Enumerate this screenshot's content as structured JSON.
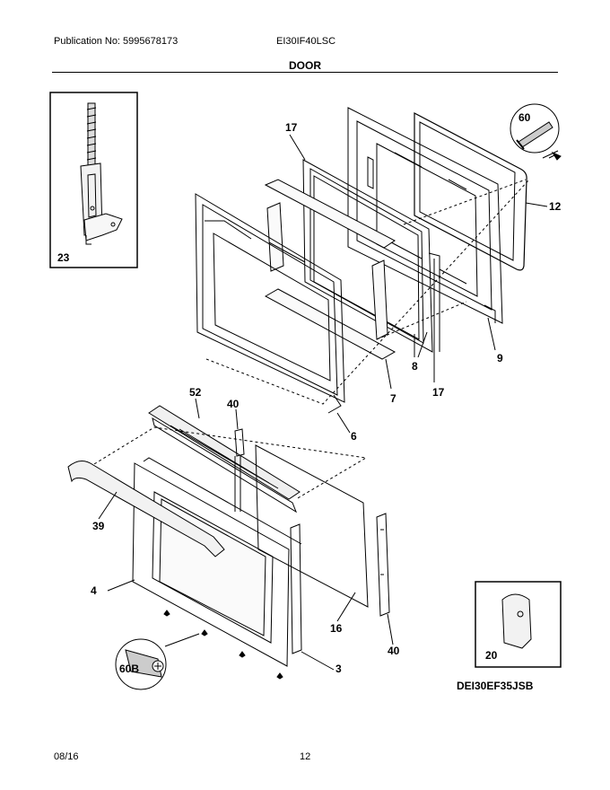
{
  "header": {
    "publication": "Publication No: 5995678173",
    "model": "EI30IF40LSC",
    "section": "DOOR"
  },
  "callouts": {
    "c23": "23",
    "c17a": "17",
    "c60": "60",
    "c12": "12",
    "c9": "9",
    "c8": "8",
    "c17b": "17",
    "c7": "7",
    "c6": "6",
    "c52": "52",
    "c40a": "40",
    "c39": "39",
    "c4": "4",
    "c16": "16",
    "c3": "3",
    "c40b": "40",
    "c60b": "60B",
    "c20": "20"
  },
  "drawing_code": "DEI30EF35JSB",
  "footer": {
    "date": "08/16",
    "page": "12"
  }
}
